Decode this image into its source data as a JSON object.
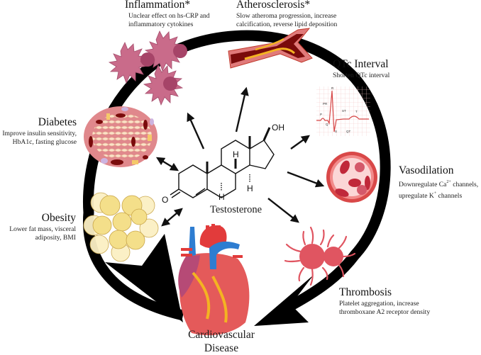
{
  "diagram": {
    "center": {
      "label": "Testosterone",
      "oh_label": "OH",
      "o_label": "O",
      "h_label": "H"
    },
    "outcome": {
      "line1": "Cardiovascular",
      "line2": "Disease"
    },
    "factors": {
      "inflammation": {
        "title": "Inflammation*",
        "desc1": "Unclear effect on hs-CRP and",
        "desc2": "inflammatory cytokines"
      },
      "atherosclerosis": {
        "title": "Atherosclerosis*",
        "desc1": "Slow atheroma progression, increase",
        "desc2": "calcification, reverse lipid deposition"
      },
      "qtc": {
        "title": "QTc Interval",
        "desc1": "Shorten QTc interval",
        "ecg_labels": [
          "R",
          "PR",
          "ST",
          "P",
          "T",
          "Q",
          "S",
          "QT"
        ]
      },
      "vasodilation": {
        "title": "Vasodilation",
        "desc1_pre": "Downregulate Ca",
        "desc1_sup": "2+",
        "desc1_post": " channels,",
        "desc2_pre": "upregulate K",
        "desc2_sup": "+",
        "desc2_post": " channels"
      },
      "thrombosis": {
        "title": "Thrombosis",
        "desc1": "Platelet aggregation, increase",
        "desc2": "thromboxane A2 receptor density"
      },
      "obesity": {
        "title": "Obesity",
        "desc1": "Lower fat mass, visceral",
        "desc2": "adiposity, BMI"
      },
      "diabetes": {
        "title": "Diabetes",
        "desc1": "Improve insulin sensitivity,",
        "desc2": "HbA1c, fasting glucose"
      }
    },
    "colors": {
      "cycle_arrow": "#000000",
      "inflammation_cell": "#c96b8a",
      "inflammation_nucleus": "#a64468",
      "artery_wall": "#c0392b",
      "plaque": "#f4b322",
      "ecg_line": "#d64545",
      "ecg_grid": "#f3c6c6",
      "rbc": "#c0283a",
      "vessel_lumen": "#fbd6d6",
      "platelet": "#e05561",
      "fat_cell": "#f7e7a6",
      "pancreas_tissue": "#f5d3b5",
      "heart_red": "#e23b3b",
      "heart_blue": "#2e7dd1"
    }
  }
}
